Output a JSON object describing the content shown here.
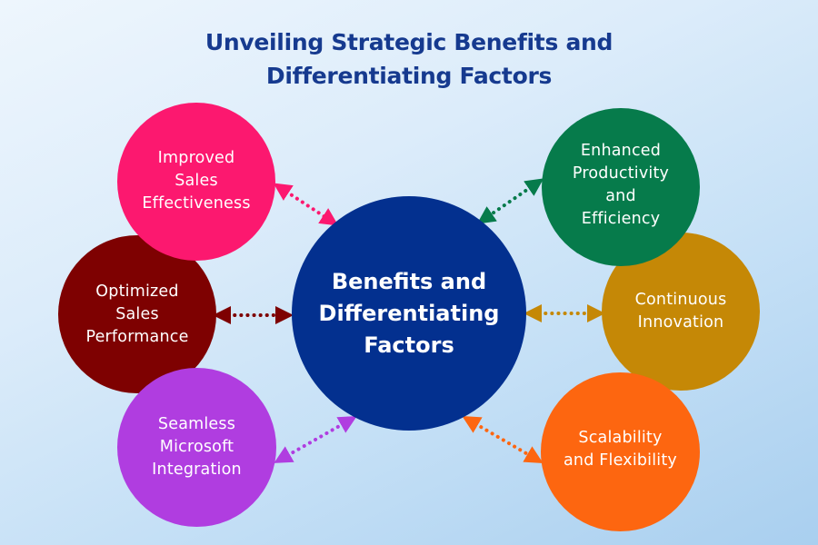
{
  "title": {
    "line1": "Unveiling Strategic Benefits and",
    "line2": "Differentiating Factors"
  },
  "center": {
    "lines": [
      "Benefits and",
      "Differentiating",
      "Factors"
    ],
    "color": "#03308f"
  },
  "nodes": [
    {
      "id": "improved-sales-effectiveness",
      "lines": [
        "Improved",
        "Sales",
        "Effectiveness"
      ],
      "color": "#fc186f",
      "position": "top-left"
    },
    {
      "id": "optimized-sales-performance",
      "lines": [
        "Optimized",
        "Sales",
        "Performance"
      ],
      "color": "#7e0101",
      "position": "middle-left"
    },
    {
      "id": "seamless-microsoft-integration",
      "lines": [
        "Seamless",
        "Microsoft",
        "Integration"
      ],
      "color": "#b03de0",
      "position": "bottom-left"
    },
    {
      "id": "enhanced-productivity-efficiency",
      "lines": [
        "Enhanced",
        "Productivity",
        "and",
        "Efficiency"
      ],
      "color": "#067b4b",
      "position": "top-right"
    },
    {
      "id": "continuous-innovation",
      "lines": [
        "Continuous",
        "Innovation"
      ],
      "color": "#c58806",
      "position": "middle-right"
    },
    {
      "id": "scalability-flexibility",
      "lines": [
        "Scalability",
        "and Flexibility"
      ],
      "color": "#fd6610",
      "position": "bottom-right"
    }
  ],
  "connectors": {
    "style": "dotted double-headed arrow",
    "colors": [
      "#fc186f",
      "#7e0101",
      "#b03de0",
      "#067b4b",
      "#c58806",
      "#fd6610"
    ]
  }
}
